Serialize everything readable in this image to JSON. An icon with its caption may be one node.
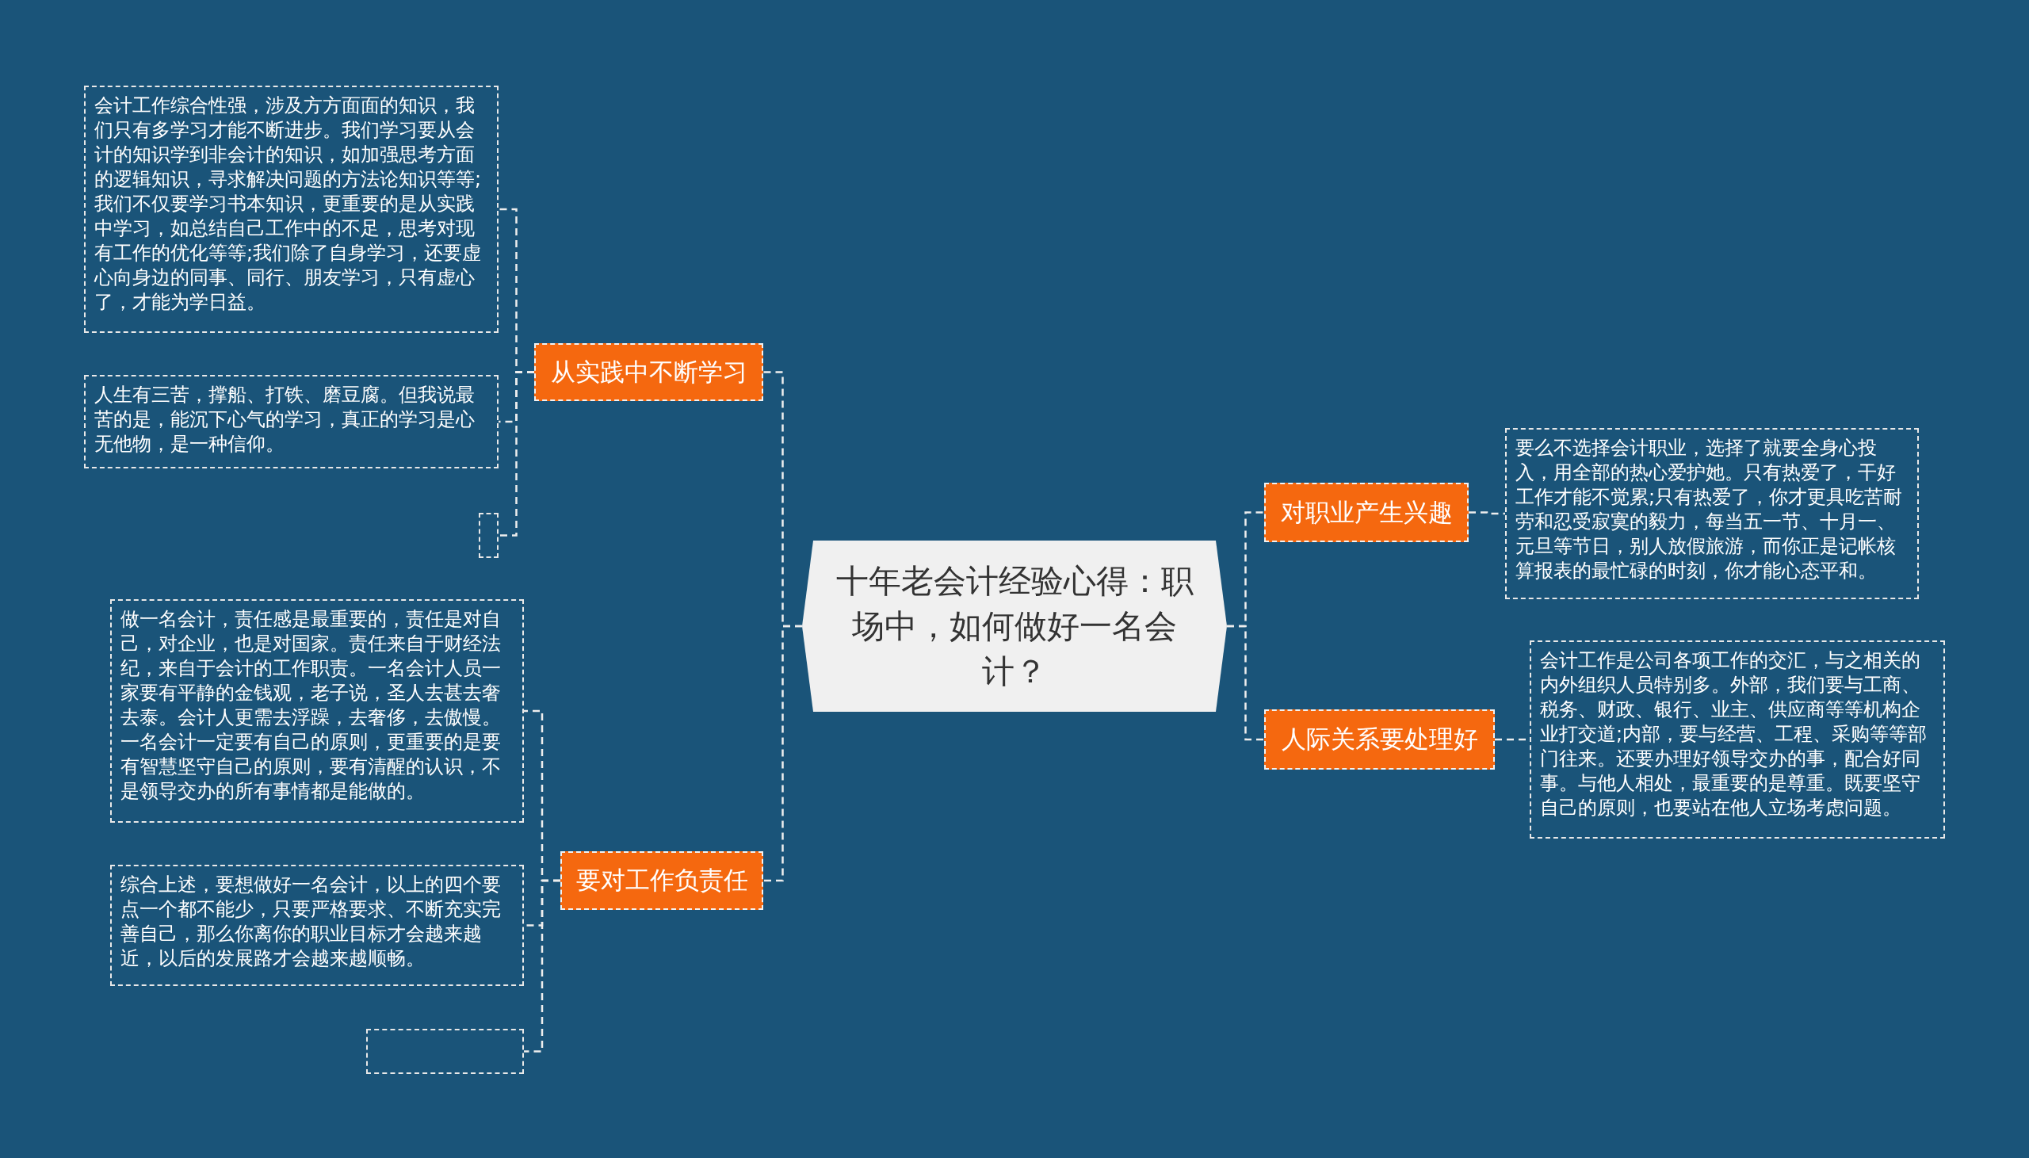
{
  "diagram": {
    "nodes": [
      {
        "text": [
          "十年老会计经验心得：职场中，如何做好一名会计？"
        ]
      },
      {
        "text": [
          "从实践中不断学习"
        ]
      },
      {
        "text": [
          "会计工作综合性强，涉及方方面面的知识，我们只有多学习才能不断进步。我们学习要从会计的知识学到非会计的知识，如加强思考方面的逻辑知识，寻求解决问题的方法论知识等等;我们不仅要学习书本知识，更重要的是从实践中学习，如总结自己工作中的不足，思考对现有工作的优化等等;我们除了自身学习，还要虚心向身边的同事、同行、朋友学习，只有虚心了，才能为学日益。"
        ]
      },
      {
        "text": [
          "人生有三苦，撑船、打铁、磨豆腐。但我说最苦的是，能沉下心气的学习，真正的学习是心无他物，是一种信仰。"
        ]
      },
      {
        "text": [],
        "shape": "box"
      },
      {
        "text": [
          "要对工作负责任"
        ]
      },
      {
        "text": [
          "做一名会计，责任感是最重要的，责任是对自己，对企业，也是对国家。责任来自于财经法纪，来自于会计的工作职责。一名会计人员一家要有平静的金钱观，老子说，圣人去甚去奢去泰。会计人更需去浮躁，去奢侈，去傲慢。一名会计一定要有自己的原则，更重要的是要有智慧坚守自己的原则，要有清醒的认识，不是领导交办的所有事情都是能做的。"
        ]
      },
      {
        "text": [
          "综合上述，要想做好一名会计，以上的四个要点一个都不能少，只要严格要求、不断充实完善自己，那么你离你的职业目标才会越来越近，以后的发展路才会越来越顺畅。"
        ]
      },
      {
        "text": [],
        "shape": "box"
      },
      {
        "text": [
          "对职业产生兴趣"
        ]
      },
      {
        "text": [
          "要么不选择会计职业，选择了就要全身心投入，用全部的热心爱护她。只有热爱了，干好工作才能不觉累;只有热爱了，你才更具吃苦耐劳和忍受寂寞的毅力，每当五一节、十月一、元旦等节日，别人放假旅游，而你正是记帐核算报表的最忙碌的时刻，你才能心态平和。"
        ]
      },
      {
        "text": [
          "人际关系要处理好"
        ]
      },
      {
        "text": [
          "会计工作是公司各项工作的交汇，与之相关的内外组织人员特别多。外部，我们要与工商、税务、财政、银行、业主、供应商等等机构企业打交道;内部，要与经营、工程、采购等等部门往来。还要办理好领导交办的事，配合好同事。与他人相处，最重要的是尊重。既要坚守自己的原则，也要站在他人立场考虑问题。"
        ]
      }
    ],
    "edges": [
      {
        "from": 0,
        "to": 1,
        "arrow": "none"
      },
      {
        "from": 1,
        "to": 2,
        "arrow": "none"
      },
      {
        "from": 1,
        "to": 3,
        "arrow": "none"
      },
      {
        "from": 1,
        "to": 4,
        "arrow": "none"
      },
      {
        "from": 0,
        "to": 5,
        "arrow": "none"
      },
      {
        "from": 5,
        "to": 6,
        "arrow": "none"
      },
      {
        "from": 5,
        "to": 7,
        "arrow": "none"
      },
      {
        "from": 5,
        "to": 8,
        "arrow": "none"
      },
      {
        "from": 0,
        "to": 9,
        "arrow": "none"
      },
      {
        "from": 9,
        "to": 10,
        "arrow": "none"
      },
      {
        "from": 0,
        "to": 11,
        "arrow": "none"
      },
      {
        "from": 11,
        "to": 12,
        "arrow": "none"
      }
    ]
  }
}
